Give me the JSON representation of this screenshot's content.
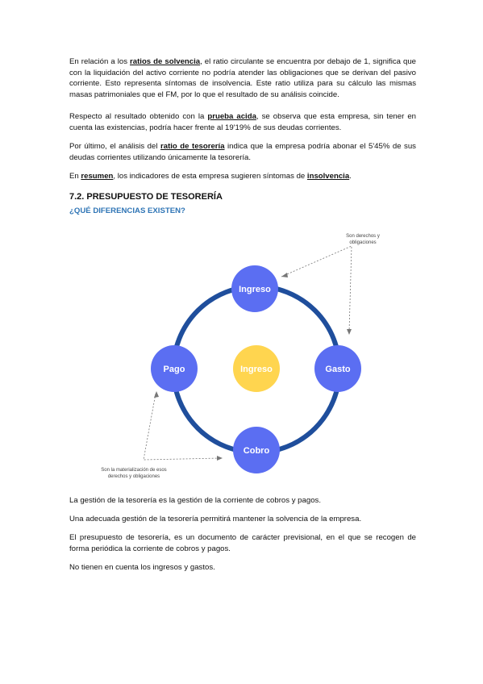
{
  "paragraphs": {
    "p1": {
      "a": "En relación a los ",
      "u": "ratios de solvencia",
      "b": ", el ratio circulante se encuentra por debajo de 1, significa que con la liquidación del activo corriente no podría atender las obligaciones que se derivan del pasivo corriente. Esto representa síntomas de insolvencia. Este ratio utiliza para su cálculo las mismas masas patrimoniales que el FM, por lo que el resultado de su análisis coincide."
    },
    "p2": {
      "a": "Respecto al resultado obtenido con la ",
      "u": "prueba acida",
      "b": ", se observa que esta empresa, sin tener en cuenta las existencias, podría hacer frente al 19'19% de sus deudas corrientes."
    },
    "p3": {
      "a": "Por último, el análisis del ",
      "u": "ratio de tesorería",
      "b": " indica que la empresa podría abonar el 5'45% de sus deudas corrientes utilizando únicamente la tesorería."
    },
    "p4": {
      "a": "En ",
      "u1": "resumen",
      "b": ", los indicadores de esta empresa sugieren síntomas de ",
      "u2": "insolvencia",
      "c": "."
    }
  },
  "section": {
    "title": "7.2. PRESUPUESTO DE TESORERÍA",
    "subtitle": "¿QUÉ DIFERENCIAS EXISTEN?"
  },
  "diagram": {
    "nodes": {
      "top": "Ingreso",
      "right": "Gasto",
      "bottom": "Cobro",
      "left": "Pago",
      "center": "Ingreso"
    },
    "note_top": [
      "Son derechos y",
      "obligaciones"
    ],
    "note_bottom": [
      "Son la materialización de esos",
      "derechos y obligaciones"
    ],
    "colors": {
      "node": "#5b6ef2",
      "ring": "#1f4e9c",
      "center": "#ffd54f"
    }
  },
  "bottom_paragraphs": [
    "La gestión de la tesorería es la gestión de la corriente de cobros y pagos.",
    "Una adecuada gestión de la tesorería permitirá mantener la solvencia de la empresa.",
    "El presupuesto de tesorería, es un documento de carácter previsional, en el que se recogen de forma periódica la corriente de cobros y pagos.",
    "No tienen en cuenta los ingresos y gastos."
  ]
}
